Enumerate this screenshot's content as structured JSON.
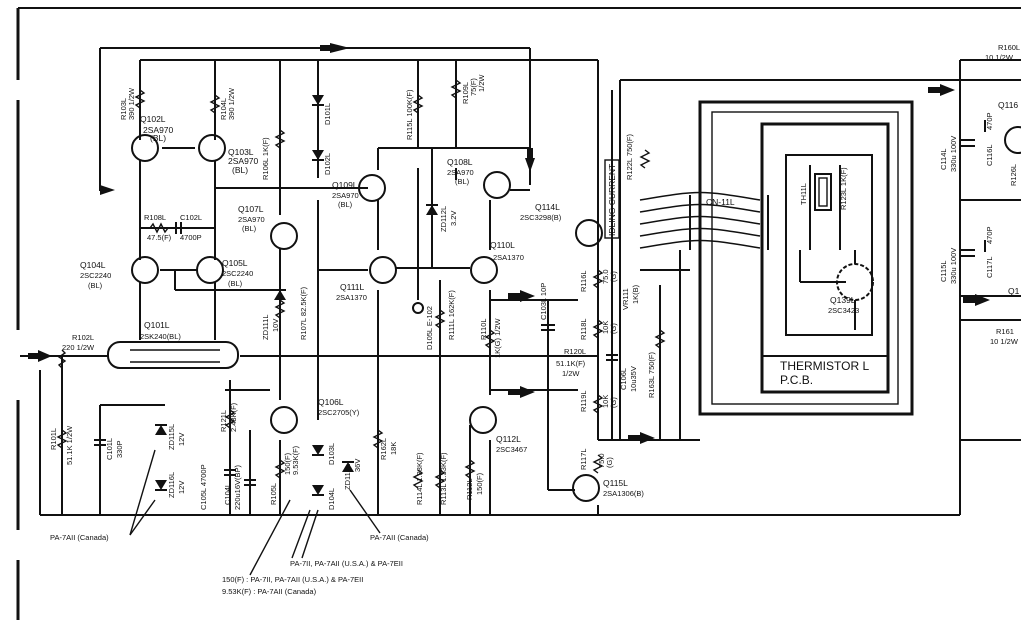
{
  "transistors": {
    "q102": {
      "name": "Q102L",
      "type": "2SA970",
      "grade": "(BL)"
    },
    "q103": {
      "name": "Q103L",
      "type": "2SA970",
      "grade": "(BL)"
    },
    "q104": {
      "name": "Q104L",
      "type": "2SC2240",
      "grade": "(BL)"
    },
    "q105": {
      "name": "Q105L",
      "type": "2SC2240",
      "grade": "(BL)"
    },
    "q101": {
      "name": "Q101L",
      "type": "2SK240(BL)"
    },
    "q107": {
      "name": "Q107L",
      "type": "2SA970",
      "grade": "(BL)"
    },
    "q109": {
      "name": "Q109L",
      "type": "2SA970",
      "grade": "(BL)"
    },
    "q108": {
      "name": "Q108L",
      "type": "2SA970",
      "grade": "(BL)"
    },
    "q110": {
      "name": "Q110L",
      "type": "2SA1370"
    },
    "q111": {
      "name": "Q111L",
      "type": "2SA1370"
    },
    "q106": {
      "name": "Q106L",
      "type": "2SC2705(Y)"
    },
    "q112": {
      "name": "Q112L",
      "type": "2SC3467"
    },
    "q114": {
      "name": "Q114L",
      "type": "2SC3298(B)"
    },
    "q115": {
      "name": "Q115L",
      "type": "2SA1306(B)"
    },
    "q139": {
      "name": "Q139L",
      "type": "2SC3423"
    },
    "q116": {
      "name": "Q116"
    },
    "q117": {
      "name": "Q1"
    }
  },
  "resistors": {
    "r103": [
      "R103L",
      "390 1/2W"
    ],
    "r104": [
      "R104L",
      "390 1/2W"
    ],
    "r108": [
      "R108L",
      "47.5(F)"
    ],
    "r102": [
      "R102L",
      "220 1/2W"
    ],
    "r101": [
      "R101L",
      "51.1K 1/2W"
    ],
    "r106": [
      "R106L 1K(F)"
    ],
    "r107": [
      "R107L 82.5K(F)"
    ],
    "r121": [
      "R121L",
      "2.43K(F)"
    ],
    "r105": [
      "R105L",
      "150(F)",
      "9.53K(F)"
    ],
    "r115": [
      "R115L 100K(F)"
    ],
    "r109": [
      "R109L",
      "75(F)",
      "1/2W"
    ],
    "r111": [
      "R111L 162K(F)"
    ],
    "r110": [
      "R110L",
      "1K(G) 1/2W"
    ],
    "r162": [
      "R162L",
      "18K"
    ],
    "r114": [
      "R114L 1.33K(F)"
    ],
    "r113": [
      "R113L 1.33K(F)"
    ],
    "r112": [
      "R112L",
      "150(F)"
    ],
    "r116": [
      "R116L",
      "75.0",
      "(G)"
    ],
    "r118": [
      "R118L",
      "10K",
      "(G)"
    ],
    "r120": [
      "R120L",
      "51.1K(F)",
      "1/2W"
    ],
    "r119": [
      "R119L",
      "10K",
      "(G)"
    ],
    "r117": [
      "R117L",
      "75.0",
      "(G)"
    ],
    "r122": [
      "R122L 750(F)"
    ],
    "vr111": [
      "VR111",
      "1K(B)"
    ],
    "r163": [
      "R163L 750(F)"
    ],
    "r123": [
      "R123L 1K(F)"
    ],
    "r160": [
      "R160L",
      "10 1/2W"
    ],
    "r161": [
      "R161",
      "10 1/2W"
    ],
    "r126": [
      "R126L"
    ]
  },
  "capacitors": {
    "c102": [
      "C102L",
      "4700P"
    ],
    "c101": [
      "C101L",
      "330P"
    ],
    "c105": [
      "C105L 4700P"
    ],
    "c104": [
      "C104L",
      "220u16V(BP)"
    ],
    "c103": [
      "C103L 10P"
    ],
    "c106": [
      "C106L",
      "10u35V"
    ],
    "c114": [
      "C114L",
      "330u 100V"
    ],
    "c116": [
      "C116L",
      "470P"
    ],
    "c115": [
      "C115L",
      "330u 100V"
    ],
    "c117": [
      "C117L",
      "470P"
    ]
  },
  "diodes": {
    "d101": "D101L",
    "d102": "D102L",
    "zd111": [
      "ZD111L",
      "10V"
    ],
    "zd112": [
      "ZD112L",
      "3.2V"
    ],
    "d105": "D105L E-102",
    "zd115": [
      "ZD115L",
      "12V"
    ],
    "zd116": [
      "ZD116L",
      "12V"
    ],
    "d103": "D103L",
    "d104": "D104L",
    "zd117": [
      "ZD117L",
      "36V"
    ]
  },
  "labels": {
    "cn": "CN-11L",
    "th": "TH11L",
    "idling": "IDLING CURRENT",
    "thermistor_l1": "THERMISTOR L",
    "thermistor_l2": "P.C.B."
  },
  "notes": {
    "canada1": "PA-7AII (Canada)",
    "canada2": "PA-7AII (Canada)",
    "models": "PA-7II, PA-7AII (U.S.A.) & PA-7EII",
    "line1": "150(F) : PA-7II, PA-7AII (U.S.A.) & PA-7EII",
    "line2": "9.53K(F) : PA-7AII (Canada)"
  }
}
